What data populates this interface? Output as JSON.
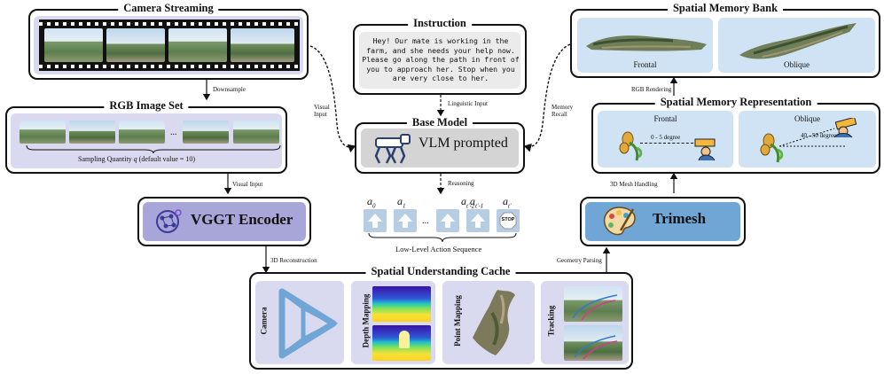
{
  "panels": {
    "camera_streaming": "Camera Streaming",
    "rgb_image_set": "RGB Image Set",
    "sampling_quantity": "Sampling Quantity",
    "sampling_var": "q",
    "sampling_default": "(default value = 10)",
    "rgb_dots": "...",
    "vggt_encoder": "VGGT Encoder",
    "instruction": "Instruction",
    "instruction_text": "Hey! Our mate is working in the farm, and she needs your help now. Please go along the path in front of you to approach her. Stop when you are very close to her.",
    "base_model": "Base Model",
    "vlm_prompted": "VLM prompted",
    "low_level_actions": "Low-Level Action Sequence",
    "spatial_memory_bank": "Spatial Memory Bank",
    "frontal": "Frontal",
    "oblique": "Oblique",
    "spatial_memory_representation": "Spatial Memory Representation",
    "rep_frontal": "Frontal",
    "rep_oblique": "Oblique",
    "frontal_angle": "0 - 5 degree",
    "oblique_angle": "40 - 50 degree",
    "trimesh": "Trimesh",
    "spatial_understanding_cache": "Spatial Understanding Cache",
    "cache_camera": "Camera",
    "cache_depth": "Depth Mapping",
    "cache_point": "Point Mapping",
    "cache_tracking": "Tracking"
  },
  "actions": {
    "labels": [
      "a",
      "a",
      "...",
      "a",
      "a",
      "a"
    ],
    "subs": [
      "0",
      "1",
      "",
      "t'-2",
      "t'-1",
      "t'"
    ],
    "stop": "STOP"
  },
  "edges": {
    "downsample": "Downsample",
    "visual_input_top": "Visual\nInput",
    "visual_input_mid": "Visual Input",
    "linguistic_input": "Linguistic Input",
    "memory_recall": "Memory\nRecall",
    "reasoning": "Reasoning",
    "rgb_rendering": "RGB Rendering",
    "mesh_handling": "3D Mesh Handling",
    "reconstruction": "3D Reconstruction",
    "geometry_parsing": "Geometry Parsing"
  },
  "colors": {
    "lavender": "#d9d9ef",
    "light_blue": "#d0e3f4",
    "vggt_fill": "#a8a6d8",
    "trimesh_fill": "#6fa6d6",
    "vlm_fill": "#d4d4d4",
    "camera_icon": "#6fa6d6"
  },
  "icons": [
    "network-brain-icon",
    "palette-icon",
    "robot-dog-icon",
    "camera-frustum-icon",
    "plant-icon",
    "person-icon",
    "up-arrow-icon",
    "stop-sign-icon"
  ]
}
